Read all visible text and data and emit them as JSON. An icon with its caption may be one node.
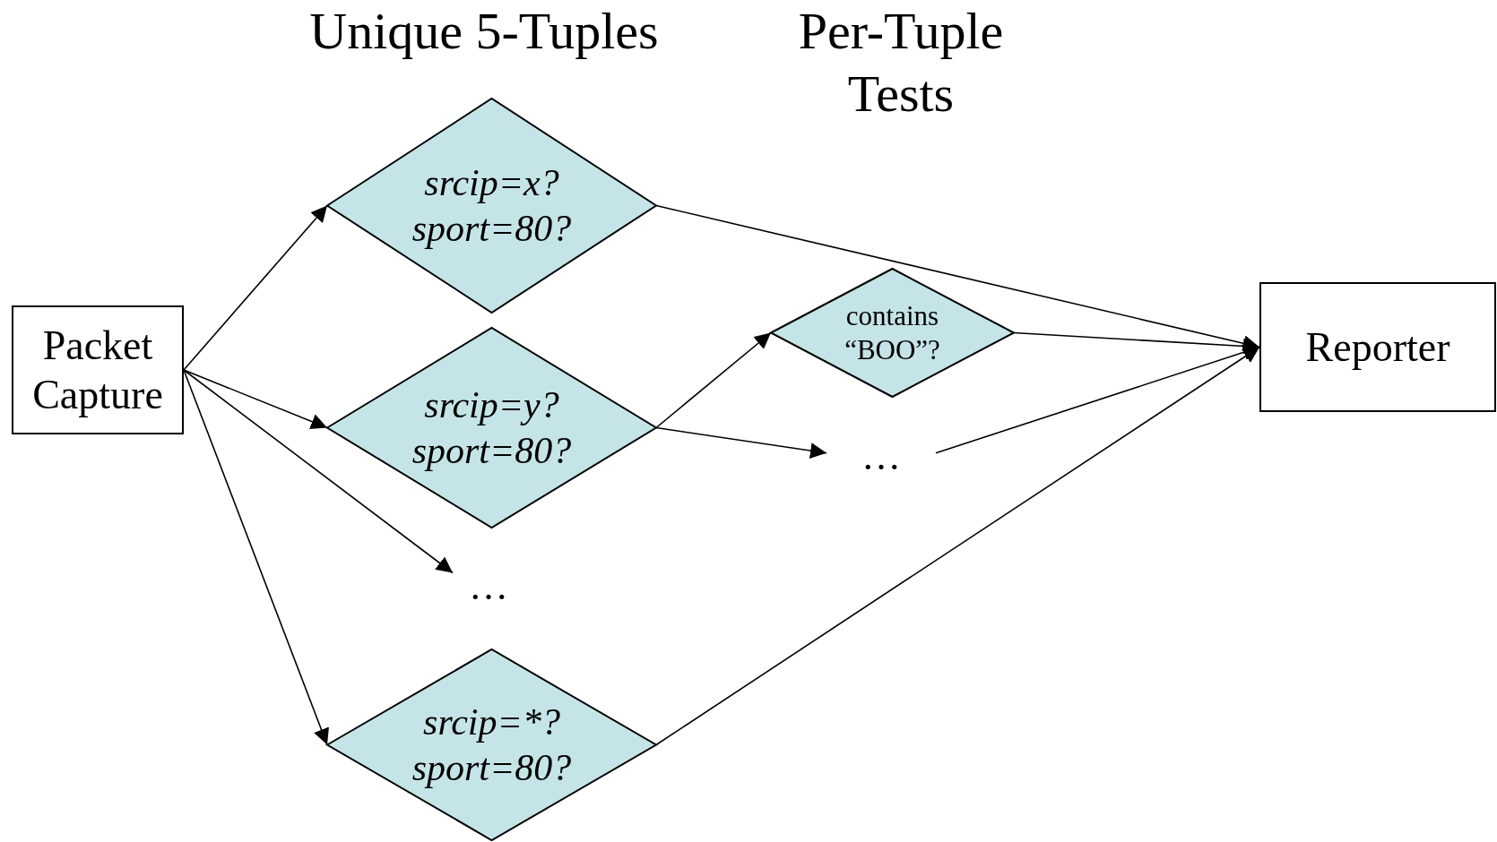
{
  "diagram": {
    "nodes": [
      {
        "text": [
          "Packet Capture"
        ]
      },
      {
        "text": [
          "srcip=x? sport=80?"
        ]
      },
      {
        "text": [
          "srcip=y? sport=80?"
        ]
      },
      {
        "text": [
          "…"
        ]
      },
      {
        "text": [
          "srcip=*? sport=80?"
        ]
      },
      {
        "text": [
          "contains “BOO”?"
        ]
      },
      {
        "text": [
          "…"
        ]
      },
      {
        "text": [
          "Reporter"
        ]
      }
    ],
    "edges": [
      {
        "from": 0,
        "to": 1,
        "arrow": "to"
      },
      {
        "from": 0,
        "to": 2,
        "arrow": "to"
      },
      {
        "from": 0,
        "to": 3,
        "arrow": "to"
      },
      {
        "from": 0,
        "to": 4,
        "arrow": "to"
      },
      {
        "from": 1,
        "to": 7,
        "arrow": "to"
      },
      {
        "from": 2,
        "to": 5,
        "arrow": "to"
      },
      {
        "from": 2,
        "to": 6,
        "arrow": "to"
      },
      {
        "from": 5,
        "to": 7,
        "arrow": "to"
      },
      {
        "from": 6,
        "to": 7,
        "arrow": "to"
      },
      {
        "from": 4,
        "to": 7,
        "arrow": "to"
      }
    ],
    "labels": [
      "Unique 5-Tuples",
      "Per-Tuple Tests"
    ]
  }
}
